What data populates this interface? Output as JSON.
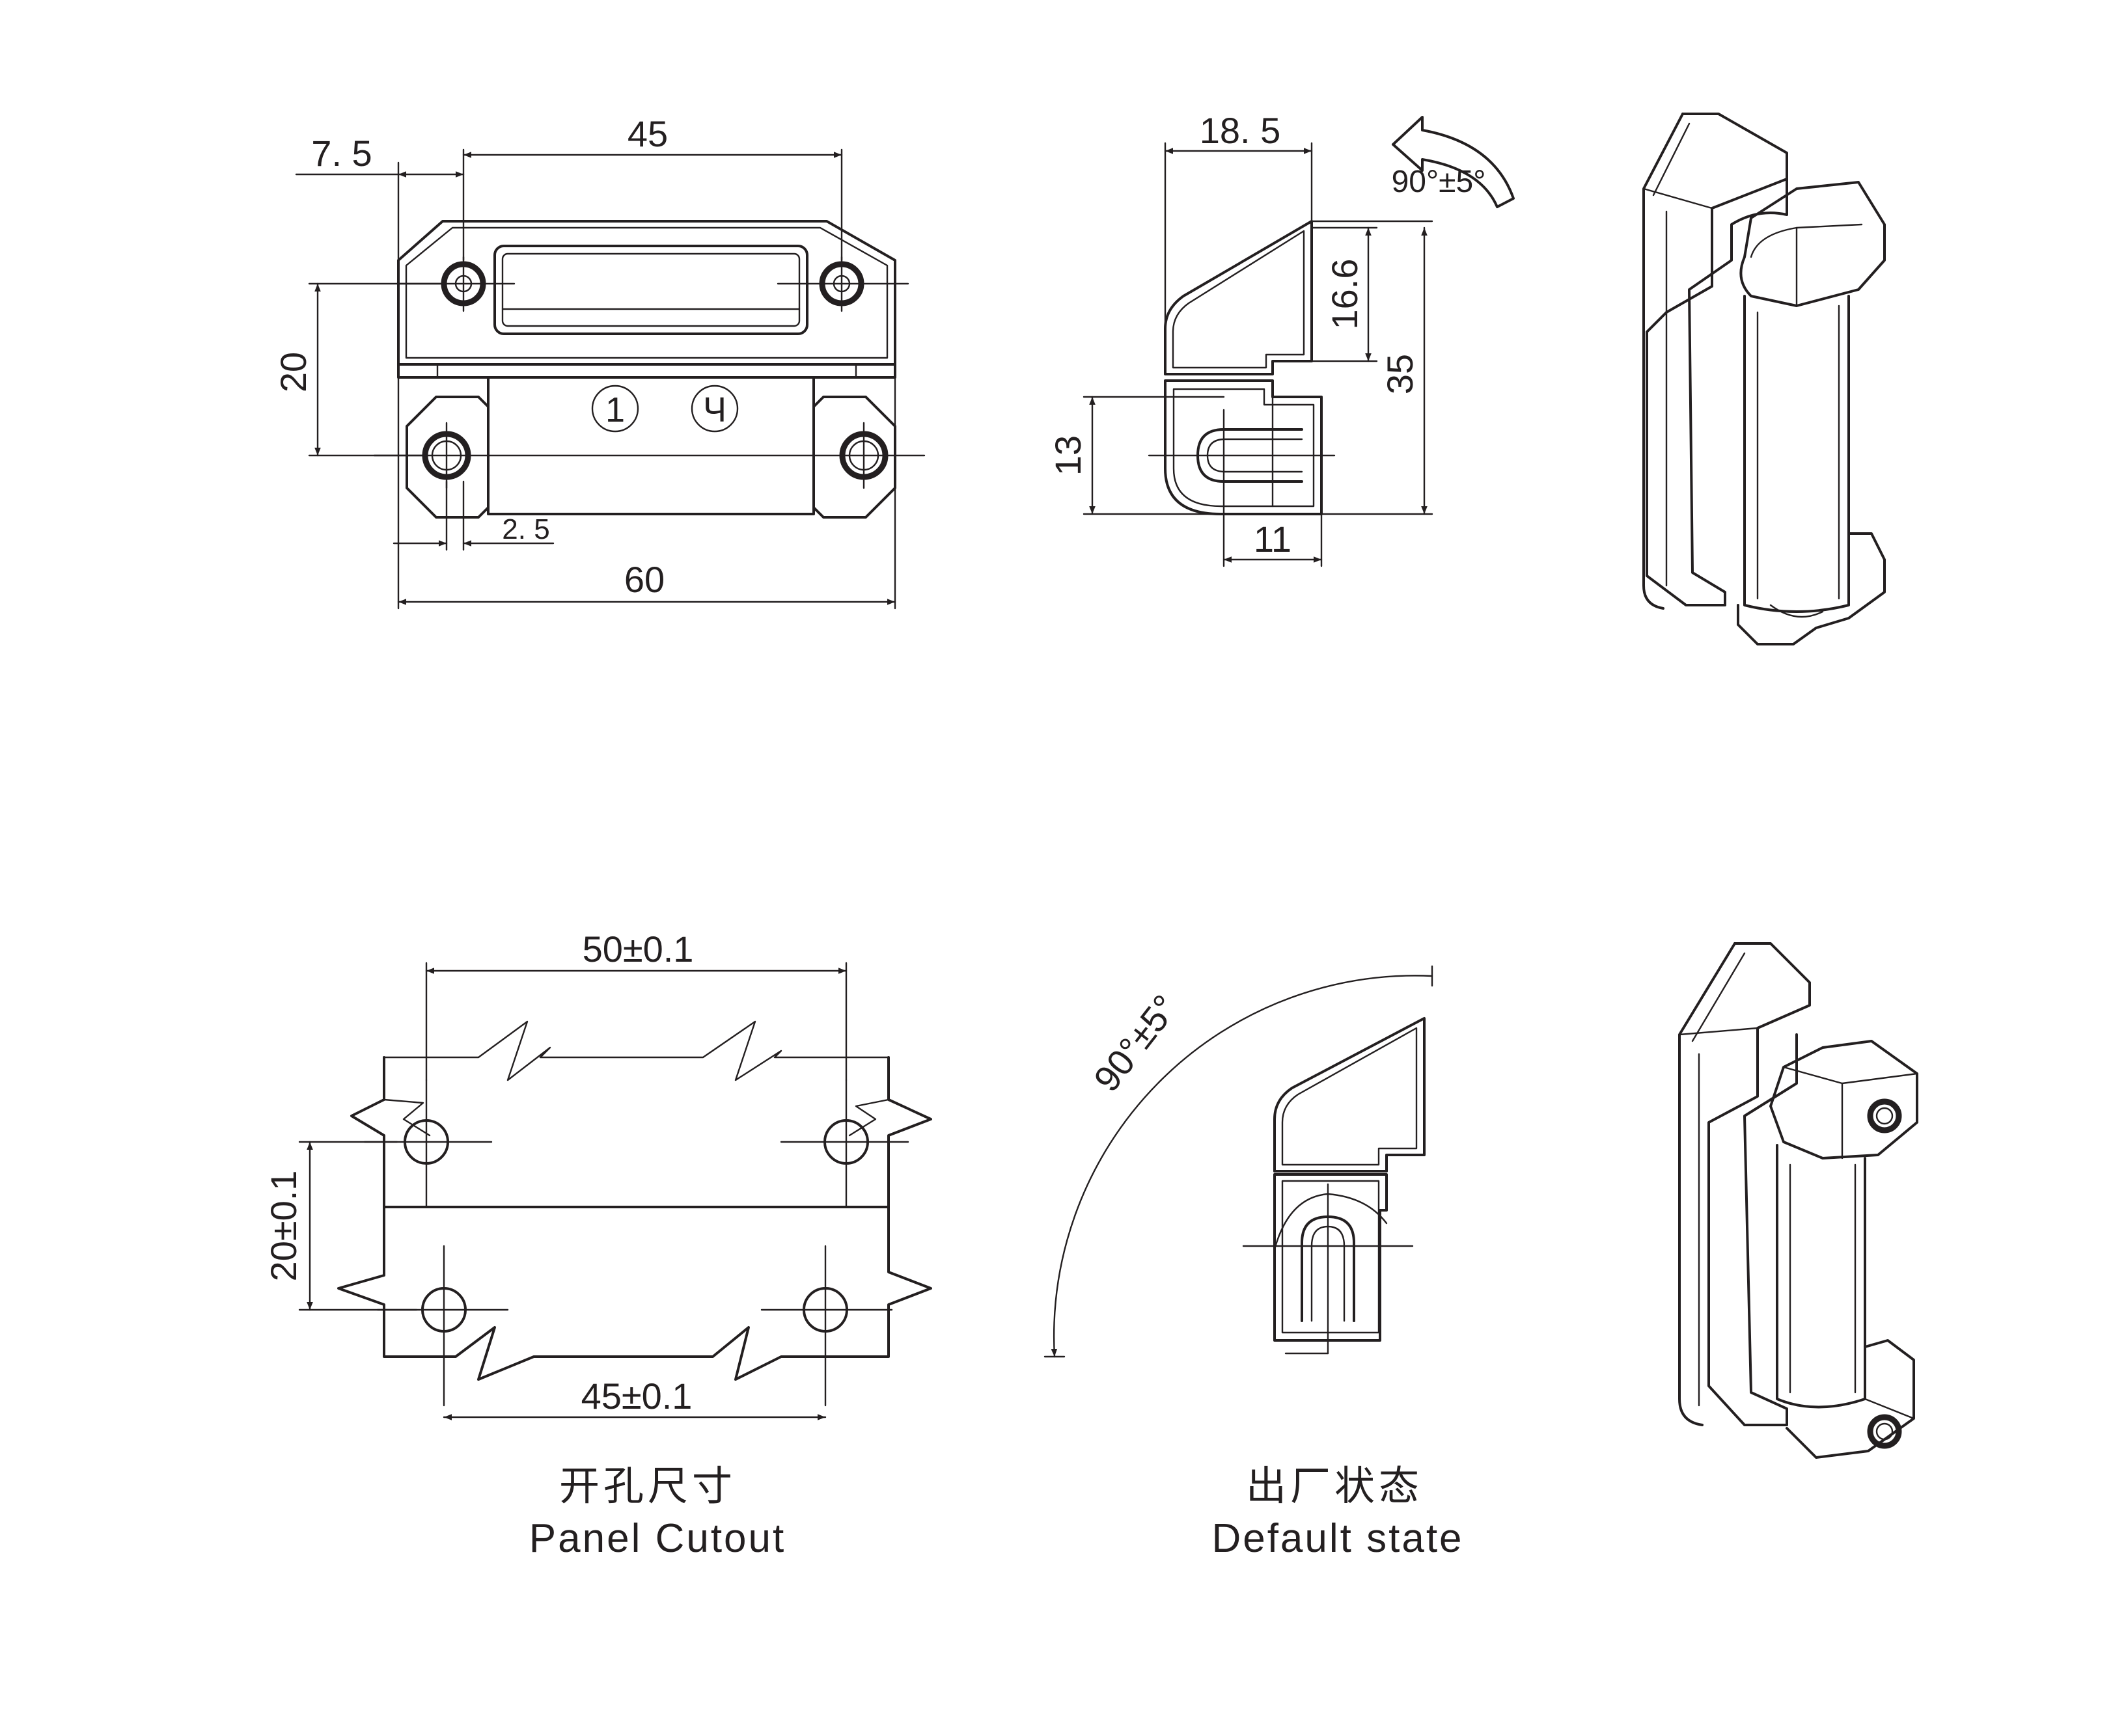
{
  "front_view": {
    "dim_top_left": "7. 5",
    "dim_top": "45",
    "dim_left": "20",
    "dim_offset": "2. 5",
    "dim_bottom": "60",
    "mark_a": "1",
    "mark_b": "Ч"
  },
  "side_view": {
    "dim_width": "18. 5",
    "rotation": "90°±5°",
    "dim_upper": "16.6",
    "dim_height": "35",
    "dim_pin": "13",
    "dim_base": "11"
  },
  "cutout_view": {
    "dim_top": "50±0.1",
    "dim_left": "20±0.1",
    "dim_bottom": "45±0.1",
    "caption_cn": "开孔尺寸",
    "caption_en": "Panel  Cutout"
  },
  "default_view": {
    "rotation": "90°±5°",
    "caption_cn": "出厂状态",
    "caption_en": "Default state"
  }
}
